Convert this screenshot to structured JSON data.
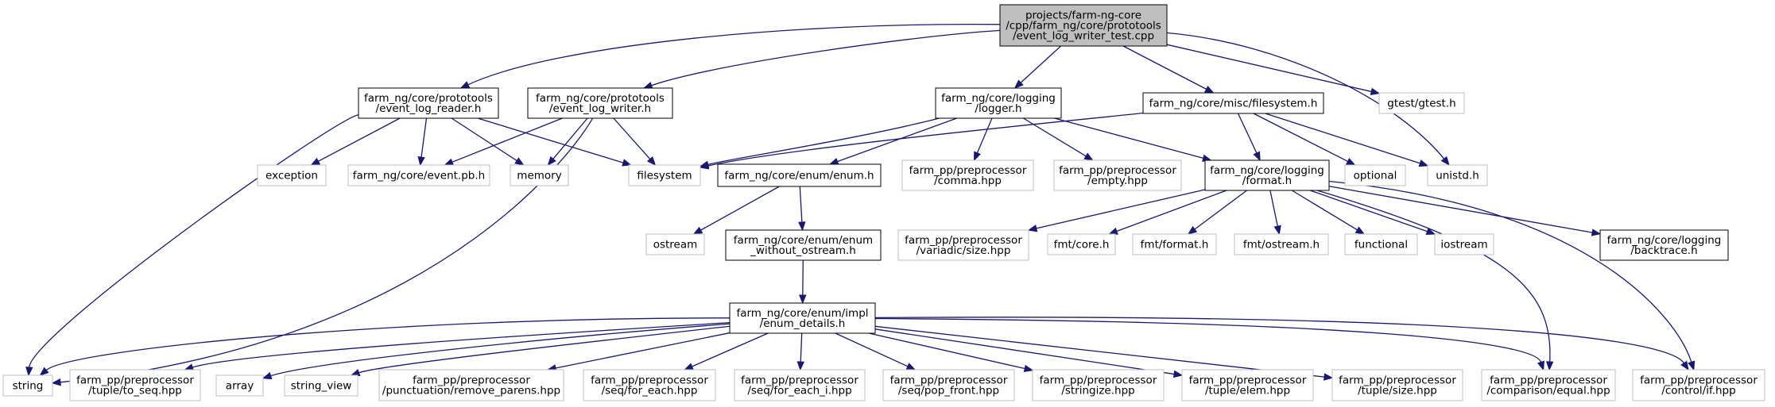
{
  "diagram": {
    "type": "include-dependency-graph",
    "colors": {
      "edge": "#191970",
      "root_fill": "#bfbfbf",
      "documented_border": "#000000",
      "external_border": "#bfbfbf",
      "text": "#000000"
    },
    "nodes": [
      {
        "id": "root",
        "kind": "root",
        "lines": [
          "projects/farm-ng-core",
          "/cpp/farm_ng/core/prototools",
          "/event_log_writer_test.cpp"
        ]
      },
      {
        "id": "reader",
        "kind": "doc",
        "lines": [
          "farm_ng/core/prototools",
          "/event_log_reader.h"
        ]
      },
      {
        "id": "writer",
        "kind": "doc",
        "lines": [
          "farm_ng/core/prototools",
          "/event_log_writer.h"
        ]
      },
      {
        "id": "logger",
        "kind": "doc",
        "lines": [
          "farm_ng/core/logging",
          "/logger.h"
        ]
      },
      {
        "id": "fsys",
        "kind": "doc",
        "lines": [
          "farm_ng/core/misc/filesystem.h"
        ]
      },
      {
        "id": "gtest",
        "kind": "ext",
        "lines": [
          "gtest/gtest.h"
        ]
      },
      {
        "id": "exception",
        "kind": "ext",
        "lines": [
          "exception"
        ]
      },
      {
        "id": "eventpb",
        "kind": "ext",
        "lines": [
          "farm_ng/core/event.pb.h"
        ]
      },
      {
        "id": "memory",
        "kind": "ext",
        "lines": [
          "memory"
        ]
      },
      {
        "id": "filesystem",
        "kind": "ext",
        "lines": [
          "filesystem"
        ]
      },
      {
        "id": "enum",
        "kind": "doc",
        "lines": [
          "farm_ng/core/enum/enum.h"
        ]
      },
      {
        "id": "comma",
        "kind": "ext",
        "lines": [
          "farm_pp/preprocessor",
          "/comma.hpp"
        ]
      },
      {
        "id": "empty",
        "kind": "ext",
        "lines": [
          "farm_pp/preprocessor",
          "/empty.hpp"
        ]
      },
      {
        "id": "format",
        "kind": "doc",
        "lines": [
          "farm_ng/core/logging",
          "/format.h"
        ]
      },
      {
        "id": "optional",
        "kind": "ext",
        "lines": [
          "optional"
        ]
      },
      {
        "id": "unistd",
        "kind": "ext",
        "lines": [
          "unistd.h"
        ]
      },
      {
        "id": "ostream",
        "kind": "ext",
        "lines": [
          "ostream"
        ]
      },
      {
        "id": "enumwo",
        "kind": "doc",
        "lines": [
          "farm_ng/core/enum/enum",
          "_without_ostream.h"
        ]
      },
      {
        "id": "vsize",
        "kind": "ext",
        "lines": [
          "farm_pp/preprocessor",
          "/variadic/size.hpp"
        ]
      },
      {
        "id": "fmtcore",
        "kind": "ext",
        "lines": [
          "fmt/core.h"
        ]
      },
      {
        "id": "fmtformat",
        "kind": "ext",
        "lines": [
          "fmt/format.h"
        ]
      },
      {
        "id": "fmtostream",
        "kind": "ext",
        "lines": [
          "fmt/ostream.h"
        ]
      },
      {
        "id": "functional",
        "kind": "ext",
        "lines": [
          "functional"
        ]
      },
      {
        "id": "iostream",
        "kind": "ext",
        "lines": [
          "iostream"
        ]
      },
      {
        "id": "backtrace",
        "kind": "doc",
        "lines": [
          "farm_ng/core/logging",
          "/backtrace.h"
        ]
      },
      {
        "id": "details",
        "kind": "doc",
        "lines": [
          "farm_ng/core/enum/impl",
          "/enum_details.h"
        ]
      },
      {
        "id": "string",
        "kind": "ext",
        "lines": [
          "string"
        ]
      },
      {
        "id": "toseq",
        "kind": "ext",
        "lines": [
          "farm_pp/preprocessor",
          "/tuple/to_seq.hpp"
        ]
      },
      {
        "id": "array",
        "kind": "ext",
        "lines": [
          "array"
        ]
      },
      {
        "id": "sview",
        "kind": "ext",
        "lines": [
          "string_view"
        ]
      },
      {
        "id": "remparens",
        "kind": "ext",
        "lines": [
          "farm_pp/preprocessor",
          "/punctuation/remove_parens.hpp"
        ]
      },
      {
        "id": "foreach",
        "kind": "ext",
        "lines": [
          "farm_pp/preprocessor",
          "/seq/for_each.hpp"
        ]
      },
      {
        "id": "foreachi",
        "kind": "ext",
        "lines": [
          "farm_pp/preprocessor",
          "/seq/for_each_i.hpp"
        ]
      },
      {
        "id": "popfront",
        "kind": "ext",
        "lines": [
          "farm_pp/preprocessor",
          "/seq/pop_front.hpp"
        ]
      },
      {
        "id": "stringize",
        "kind": "ext",
        "lines": [
          "farm_pp/preprocessor",
          "/stringize.hpp"
        ]
      },
      {
        "id": "elem",
        "kind": "ext",
        "lines": [
          "farm_pp/preprocessor",
          "/tuple/elem.hpp"
        ]
      },
      {
        "id": "tsize",
        "kind": "ext",
        "lines": [
          "farm_pp/preprocessor",
          "/tuple/size.hpp"
        ]
      },
      {
        "id": "equal",
        "kind": "ext",
        "lines": [
          "farm_pp/preprocessor",
          "/comparison/equal.hpp"
        ]
      },
      {
        "id": "ctrlif",
        "kind": "ext",
        "lines": [
          "farm_pp/preprocessor",
          "/control/if.hpp"
        ]
      }
    ],
    "edges": [
      [
        "root",
        "reader"
      ],
      [
        "root",
        "writer"
      ],
      [
        "root",
        "logger"
      ],
      [
        "root",
        "fsys"
      ],
      [
        "root",
        "unistd"
      ],
      [
        "root",
        "gtest"
      ],
      [
        "reader",
        "exception"
      ],
      [
        "reader",
        "eventpb"
      ],
      [
        "reader",
        "memory"
      ],
      [
        "reader",
        "filesystem"
      ],
      [
        "reader",
        "string"
      ],
      [
        "writer",
        "eventpb"
      ],
      [
        "writer",
        "memory"
      ],
      [
        "writer",
        "filesystem"
      ],
      [
        "writer",
        "string"
      ],
      [
        "logger",
        "filesystem"
      ],
      [
        "logger",
        "enum"
      ],
      [
        "logger",
        "comma"
      ],
      [
        "logger",
        "empty"
      ],
      [
        "logger",
        "format"
      ],
      [
        "fsys",
        "filesystem"
      ],
      [
        "fsys",
        "format"
      ],
      [
        "fsys",
        "optional"
      ],
      [
        "fsys",
        "unistd"
      ],
      [
        "enum",
        "ostream"
      ],
      [
        "enum",
        "enumwo"
      ],
      [
        "enumwo",
        "details"
      ],
      [
        "format",
        "vsize"
      ],
      [
        "format",
        "fmtcore"
      ],
      [
        "format",
        "fmtformat"
      ],
      [
        "format",
        "fmtostream"
      ],
      [
        "format",
        "functional"
      ],
      [
        "format",
        "iostream"
      ],
      [
        "format",
        "backtrace"
      ],
      [
        "format",
        "equal"
      ],
      [
        "format",
        "ctrlif"
      ],
      [
        "details",
        "string"
      ],
      [
        "details",
        "toseq"
      ],
      [
        "details",
        "array"
      ],
      [
        "details",
        "sview"
      ],
      [
        "details",
        "remparens"
      ],
      [
        "details",
        "foreach"
      ],
      [
        "details",
        "foreachi"
      ],
      [
        "details",
        "popfront"
      ],
      [
        "details",
        "stringize"
      ],
      [
        "details",
        "elem"
      ],
      [
        "details",
        "tsize"
      ],
      [
        "details",
        "equal"
      ],
      [
        "details",
        "ctrlif"
      ]
    ]
  }
}
